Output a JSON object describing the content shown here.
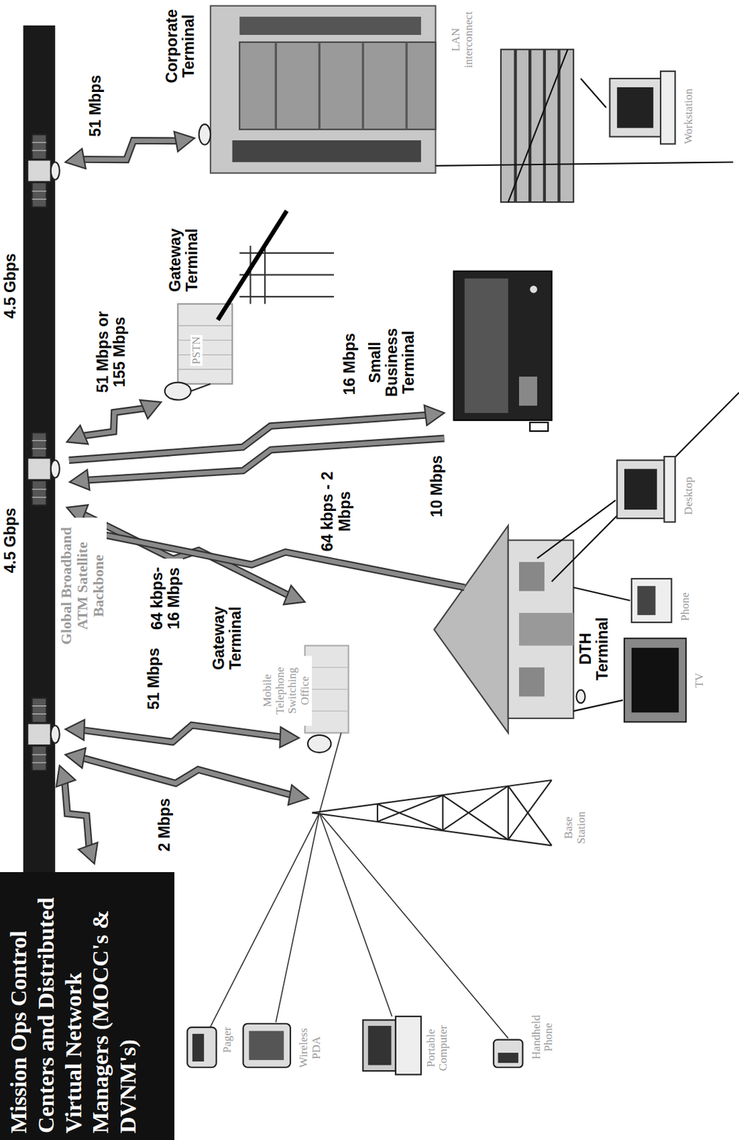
{
  "diagram": {
    "nodes": [
      {
        "text": [
          "Mission Ops Control Centers and Distributed Virtual Network Managers (MOCC's & DVNM's)"
        ]
      }
    ],
    "labels": [
      "4.5 Gbps",
      "4.5 Gbps",
      "Global Broadband ATM Satellite Backbone",
      "2 Mbps",
      "51 Mbps",
      "Gateway Terminal",
      "Mobile Telephone Switching Office",
      "64 kbps- 16 Mbps",
      "64 kbps - 2 Mbps",
      "51 Mbps or 155 Mbps",
      "Gateway Terminal",
      "PSTN",
      "16 Mbps",
      "Small Business Terminal",
      "10 Mbps",
      "51 Mbps",
      "Corporate Terminal",
      "LAN interconnect",
      "Workstation",
      "DTH Terminal",
      "Desktop",
      "Phone",
      "TV",
      "Base Station",
      "Pager",
      "Wireless PDA",
      "Portable Computer",
      "Handheld Phone"
    ]
  }
}
